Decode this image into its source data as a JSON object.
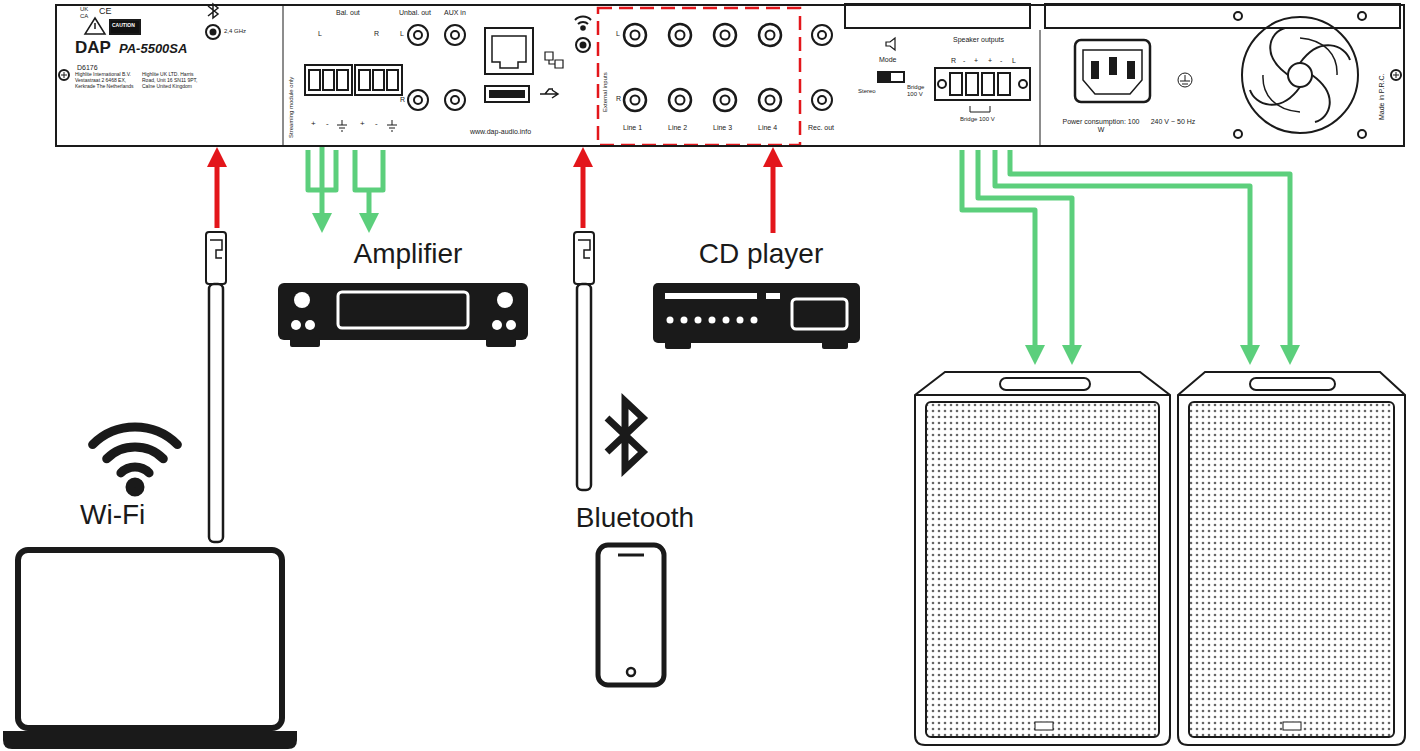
{
  "diagram": {
    "nodes": [
      {
        "text": [
          "DAP",
          "PA-5500SA",
          "D6176"
        ]
      },
      {
        "text": [
          "Amplifier"
        ]
      },
      {
        "text": [
          "CD player"
        ]
      },
      {
        "text": [
          "Wi-Fi"
        ]
      },
      {
        "text": [
          "Bluetooth"
        ]
      }
    ],
    "edges": [
      {
        "from": 3,
        "to": 0,
        "arrow": "to"
      },
      {
        "from": 0,
        "to": 1,
        "arrow": "to"
      },
      {
        "from": 4,
        "to": 0,
        "arrow": "to"
      },
      {
        "from": 2,
        "to": 0,
        "arrow": "to"
      }
    ],
    "labels": [
      "UK CA",
      "CE",
      "CAUTION",
      "2,4 GHz",
      "Highlite International B.V. Vestastraat 2 6468 EX, Kerkrade The Netherlands",
      "Highlite UK LTD. Harris Road, Unit 16 SN11 9PT, Calne United Kingdom",
      "Streaming module only",
      "Bal. out",
      "L",
      "R",
      "+",
      "-",
      "+",
      "-",
      "Unbal. out",
      "L",
      "R",
      "AUX in",
      "www.dap-audio.info",
      "External inputs",
      "L",
      "R",
      "Line 1",
      "Line 2",
      "Line 3",
      "Line 4",
      "Rec. out",
      "Mode",
      "Stereo",
      "Bridge 100 V",
      "Speaker outputs",
      "R",
      "-",
      "+",
      "+",
      "-",
      "L",
      "Bridge 100 V",
      "Power consumption: 100 W",
      "240 V ~ 50 Hz",
      "Made in P.R.C."
    ]
  }
}
